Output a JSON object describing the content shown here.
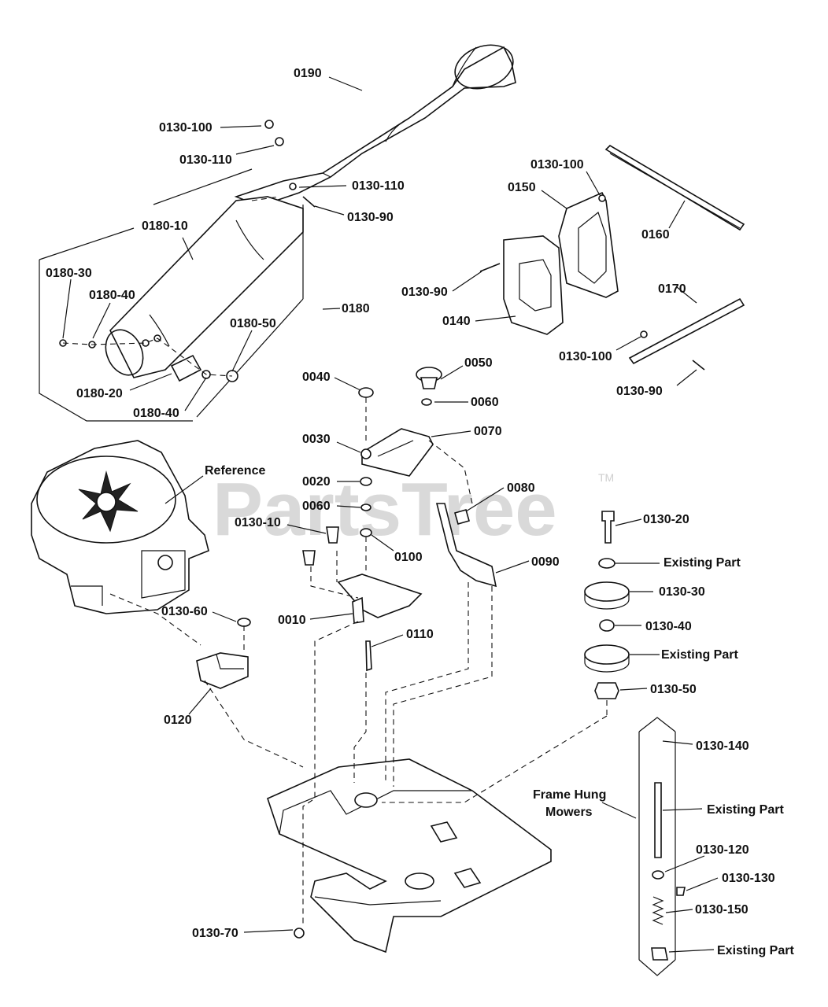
{
  "watermark": {
    "text": "PartsTree",
    "tm": "TM"
  },
  "labels": {
    "l0190": "0190",
    "l0130_100a": "0130-100",
    "l0130_110a": "0130-110",
    "l0130_110b": "0130-110",
    "l0130_90a": "0130-90",
    "l0180_10": "0180-10",
    "l0180_30": "0180-30",
    "l0180_40a": "0180-40",
    "l0180": "0180",
    "l0180_50": "0180-50",
    "l0180_20": "0180-20",
    "l0180_40b": "0180-40",
    "l0130_100b": "0130-100",
    "l0150": "0150",
    "l0160": "0160",
    "l0130_90b": "0130-90",
    "l0140": "0140",
    "l0170": "0170",
    "l0130_100c": "0130-100",
    "l0130_90c": "0130-90",
    "l0040": "0040",
    "l0050": "0050",
    "l0060a": "0060",
    "l0030": "0030",
    "l0070": "0070",
    "l0020": "0020",
    "l0060b": "0060",
    "l0080": "0080",
    "lReference": "Reference",
    "l0130_10": "0130-10",
    "l0100": "0100",
    "l0090": "0090",
    "l0130_20": "0130-20",
    "lExisting1": "Existing Part",
    "l0130_30": "0130-30",
    "l0130_40": "0130-40",
    "lExisting2": "Existing Part",
    "l0130_50": "0130-50",
    "l0010": "0010",
    "l0110": "0110",
    "l0130_60": "0130-60",
    "l0120": "0120",
    "l0130_140": "0130-140",
    "lFrameHung1": "Frame Hung",
    "lFrameHung2": "Mowers",
    "lExisting3": "Existing Part",
    "l0130_120": "0130-120",
    "l0130_130": "0130-130",
    "l0130_150": "0130-150",
    "lExisting4": "Existing Part",
    "l0130_70": "0130-70"
  }
}
